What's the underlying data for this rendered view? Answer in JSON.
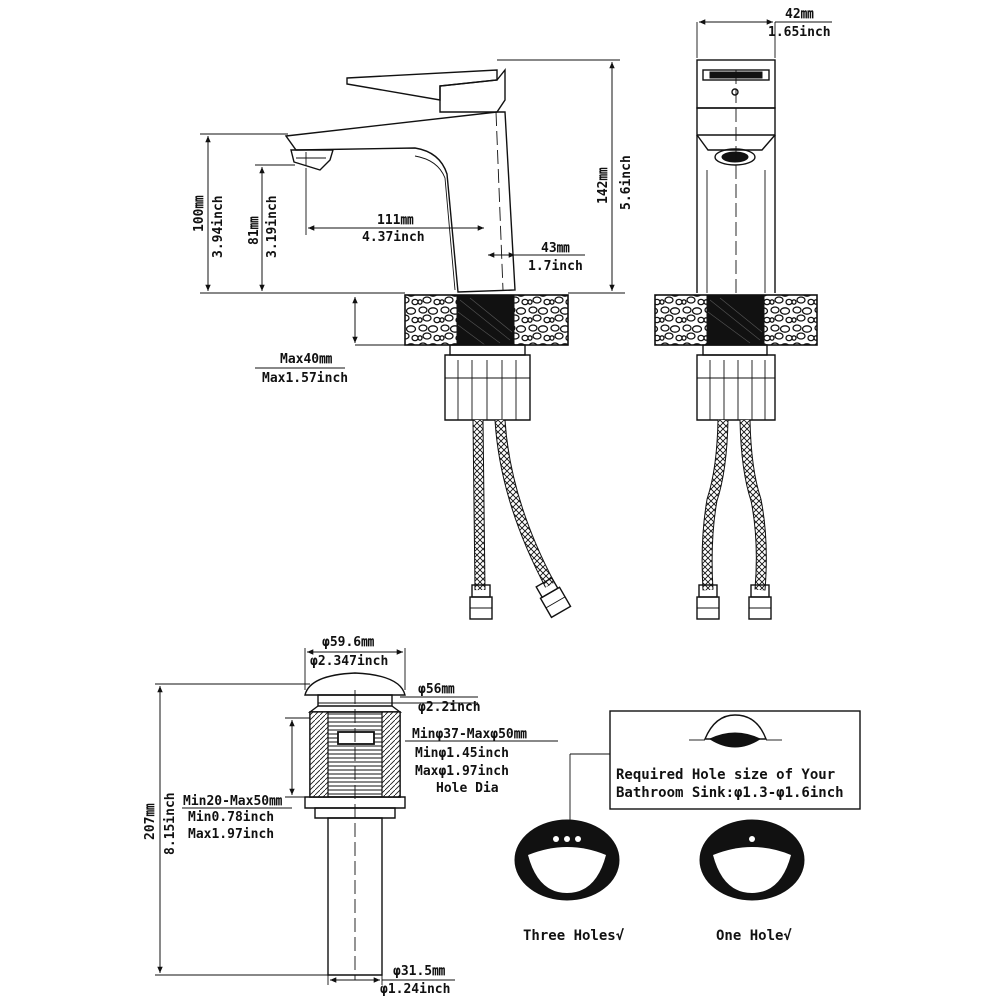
{
  "faucet_side": {
    "width_42": "42㎜",
    "width_165": "1.65inch",
    "height_142": "142㎜",
    "height_56": "5.6inch",
    "height_100": "100㎜",
    "height_394": "3.94inch",
    "height_81": "81㎜",
    "height_319": "3.19inch",
    "reach_111": "111㎜",
    "reach_437": "4.37inch",
    "base_43": "43㎜",
    "base_17": "1.7inch",
    "deck_max40": "Max40㎜",
    "deck_max157": "Max1.57inch"
  },
  "drain": {
    "cap_596": "φ59.6㎜",
    "cap_2347": "φ2.347inch",
    "flange_56": "φ56㎜",
    "flange_22": "φ2.2inch",
    "hole_mm": "Minφ37-Maxφ50㎜",
    "hole_min": "Minφ1.45inch",
    "hole_max": "Maxφ1.97inch",
    "hole_dia": "Hole Dia",
    "total_207": "207㎜",
    "total_815": "8.15inch",
    "thick_mm": "Min20-Max50㎜",
    "thick_min": "Min0.78inch",
    "thick_max": "Max1.97inch",
    "tail_315": "φ31.5㎜",
    "tail_124": "φ1.24inch"
  },
  "sink_info": {
    "line1": "Required Hole size of Your",
    "line2": "Bathroom Sink:φ1.3-φ1.6inch",
    "three_holes": "Three Holes√",
    "one_hole": "One Hole√"
  }
}
